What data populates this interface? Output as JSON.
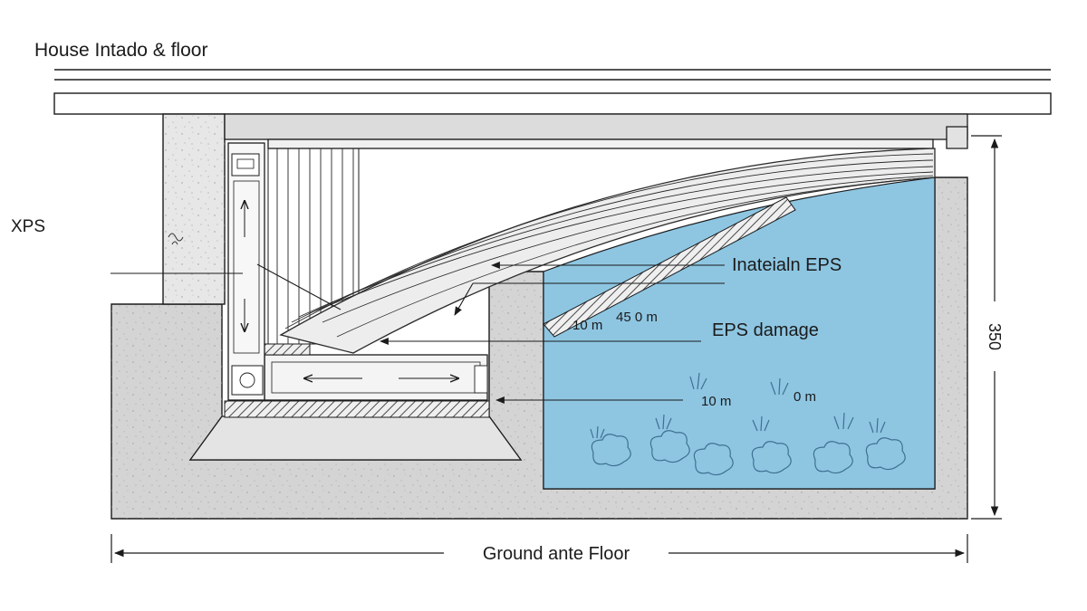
{
  "title": "House Intado & floor",
  "labels": {
    "left": "XPS",
    "insulation": "Inateialn EPS",
    "damage": "EPS damage",
    "dim_a": "10 m",
    "dim_b": "45 0 m",
    "dim_c": "10 m",
    "dim_d": "0 m",
    "height": "350",
    "bottom": "Ground ante Floor"
  },
  "colors": {
    "water": "#8ec6e2",
    "concrete": "#d4d4d4",
    "wall": "#e2e2e2",
    "line": "#1b1b1b"
  }
}
